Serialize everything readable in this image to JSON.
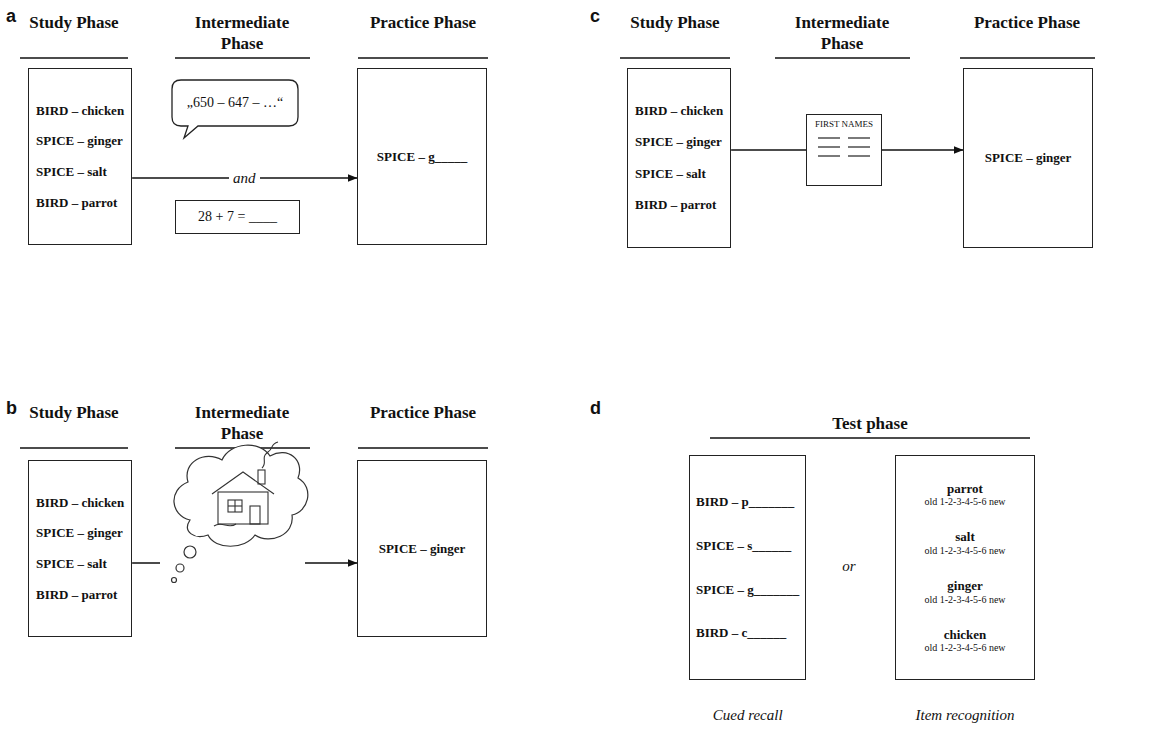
{
  "diagram": {
    "nodes": [
      {
        "text": [
          "BIRD – chicken",
          "SPICE – ginger",
          "SPICE – salt",
          "BIRD – parrot"
        ]
      },
      {
        "text": [
          "„650 – 647 – …“"
        ]
      },
      {
        "text": [
          "28 + 7 = ____"
        ]
      },
      {
        "text": [
          "SPICE – g_____"
        ]
      },
      {
        "text": [
          "BIRD – chicken",
          "SPICE – ginger",
          "SPICE – salt",
          "BIRD – parrot"
        ]
      },
      {
        "text": [
          "SPICE – ginger"
        ]
      },
      {
        "text": [
          "BIRD – chicken",
          "SPICE – ginger",
          "SPICE – salt",
          "BIRD – parrot"
        ]
      },
      {
        "text": [
          "FIRST NAMES"
        ]
      },
      {
        "text": [
          "SPICE – ginger"
        ]
      },
      {
        "text": [
          "BIRD – p_______",
          "SPICE – s______",
          "SPICE – g_______",
          "BIRD – c______",
          "Cued recall"
        ]
      },
      {
        "text": [
          "parrot",
          "old 1-2-3-4-5-6 new",
          "salt",
          "old 1-2-3-4-5-6 new",
          "ginger",
          "old 1-2-3-4-5-6 new",
          "chicken",
          "old 1-2-3-4-5-6 new",
          "Item recognition"
        ]
      }
    ],
    "edges": [
      {
        "from": 0,
        "to": 3,
        "label": "and",
        "arrow": "to"
      },
      {
        "from": 4,
        "to": 5,
        "arrow": "to"
      },
      {
        "from": 6,
        "to": 7,
        "arrow": "none"
      },
      {
        "from": 7,
        "to": 8,
        "arrow": "to"
      }
    ],
    "labels": [
      "a",
      "Study Phase",
      "Intermediate Phase",
      "Practice Phase",
      "b",
      "Study Phase",
      "Intermediate Phase",
      "Practice Phase",
      "c",
      "Study Phase",
      "Intermediate Phase",
      "Practice Phase",
      "d",
      "Test phase",
      "or"
    ]
  }
}
